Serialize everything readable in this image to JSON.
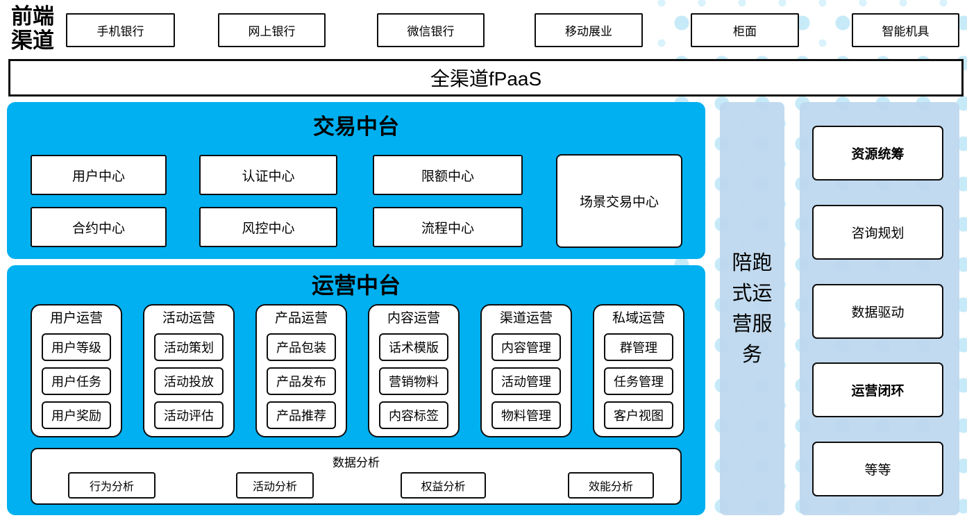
{
  "front_channels": {
    "label": "前端渠道",
    "items": [
      "手机银行",
      "网上银行",
      "微信银行",
      "移动展业",
      "柜面",
      "智能机具"
    ]
  },
  "fpaas": {
    "label": "全渠道fPaaS"
  },
  "trade_platform": {
    "title": "交易中台",
    "centers": [
      "用户中心",
      "认证中心",
      "限额中心",
      "合约中心",
      "风控中心",
      "流程中心"
    ],
    "scene_center": "场景交易中心"
  },
  "ops_platform": {
    "title": "运营中台",
    "groups": [
      {
        "title": "用户运营",
        "items": [
          "用户等级",
          "用户任务",
          "用户奖励"
        ]
      },
      {
        "title": "活动运营",
        "items": [
          "活动策划",
          "活动投放",
          "活动评估"
        ]
      },
      {
        "title": "产品运营",
        "items": [
          "产品包装",
          "产品发布",
          "产品推荐"
        ]
      },
      {
        "title": "内容运营",
        "items": [
          "话术模版",
          "营销物料",
          "内容标签"
        ]
      },
      {
        "title": "渠道运营",
        "items": [
          "内容管理",
          "活动管理",
          "物料管理"
        ]
      },
      {
        "title": "私域运营",
        "items": [
          "群管理",
          "任务管理",
          "客户视图"
        ]
      }
    ],
    "analysis": {
      "title": "数据分析",
      "items": [
        "行为分析",
        "活动分析",
        "权益分析",
        "效能分析"
      ]
    }
  },
  "side_strip": {
    "label": "陪跑式运营服务"
  },
  "right_column": {
    "items": [
      {
        "label": "资源统筹",
        "bold": true
      },
      {
        "label": "咨询规划",
        "bold": false
      },
      {
        "label": "数据驱动",
        "bold": false
      },
      {
        "label": "运营闭环",
        "bold": true
      },
      {
        "label": "等等",
        "bold": false
      }
    ]
  },
  "colors": {
    "accent_blue": "#00b0f0",
    "light_blue": "#bdd7ee",
    "dot_color": "#c7eaf8",
    "border_black": "#0d0d0d"
  }
}
